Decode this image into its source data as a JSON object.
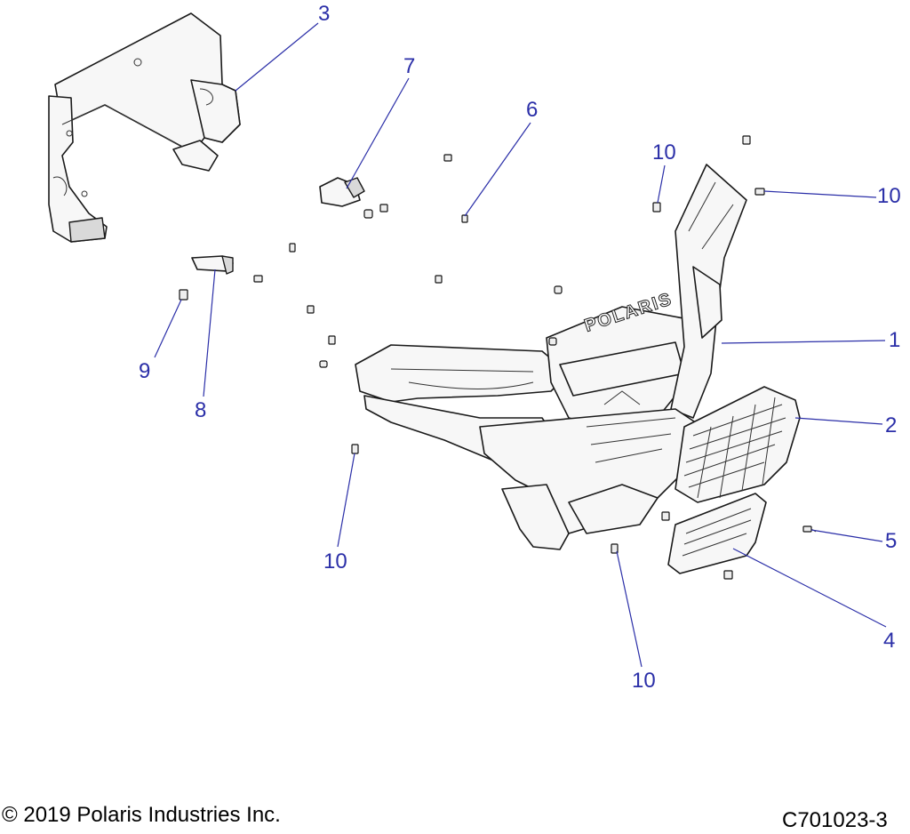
{
  "diagram": {
    "colors": {
      "callout": "#2b2fa8",
      "line": "#1a1a1a",
      "part_fill": "#f7f7f7"
    },
    "callouts": [
      {
        "id": "c3",
        "label": "3"
      },
      {
        "id": "c7",
        "label": "7"
      },
      {
        "id": "c6",
        "label": "6"
      },
      {
        "id": "c10a",
        "label": "10"
      },
      {
        "id": "c10b",
        "label": "10"
      },
      {
        "id": "c1",
        "label": "1"
      },
      {
        "id": "c2",
        "label": "2"
      },
      {
        "id": "c9",
        "label": "9"
      },
      {
        "id": "c8",
        "label": "8"
      },
      {
        "id": "c10c",
        "label": "10"
      },
      {
        "id": "c5",
        "label": "5"
      },
      {
        "id": "c4",
        "label": "4"
      },
      {
        "id": "c10d",
        "label": "10"
      }
    ],
    "logo_text": "POLARIS"
  },
  "footer": {
    "copyright": "© 2019 Polaris Industries Inc.",
    "drawing_number": "C701023-3"
  }
}
